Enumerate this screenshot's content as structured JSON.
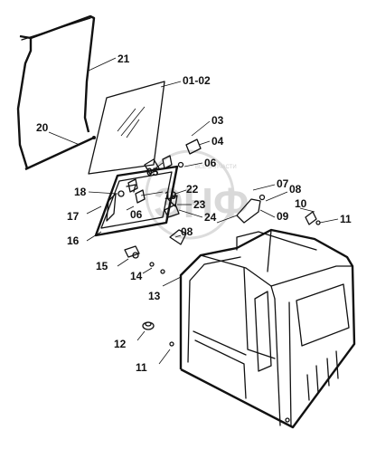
{
  "watermark": {
    "text": "ЭНФ",
    "small_text": "ВСЕ ЗАПЧАСТИ",
    "color": "#d0d0d0"
  },
  "callouts": {
    "c21": "21",
    "c0102": "01-02",
    "c20": "20",
    "c03": "03",
    "c04": "04",
    "c05": "05",
    "c06a": "06",
    "c18": "18",
    "c19": "19",
    "c22": "22",
    "c23": "23",
    "c07": "07",
    "c08a": "08",
    "c10": "10",
    "c17": "17",
    "c06b": "06",
    "c24": "24",
    "c09": "09",
    "c11a": "11",
    "c16": "16",
    "c08b": "08",
    "c15": "15",
    "c14": "14",
    "c13": "13",
    "c12": "12",
    "c11b": "11"
  }
}
